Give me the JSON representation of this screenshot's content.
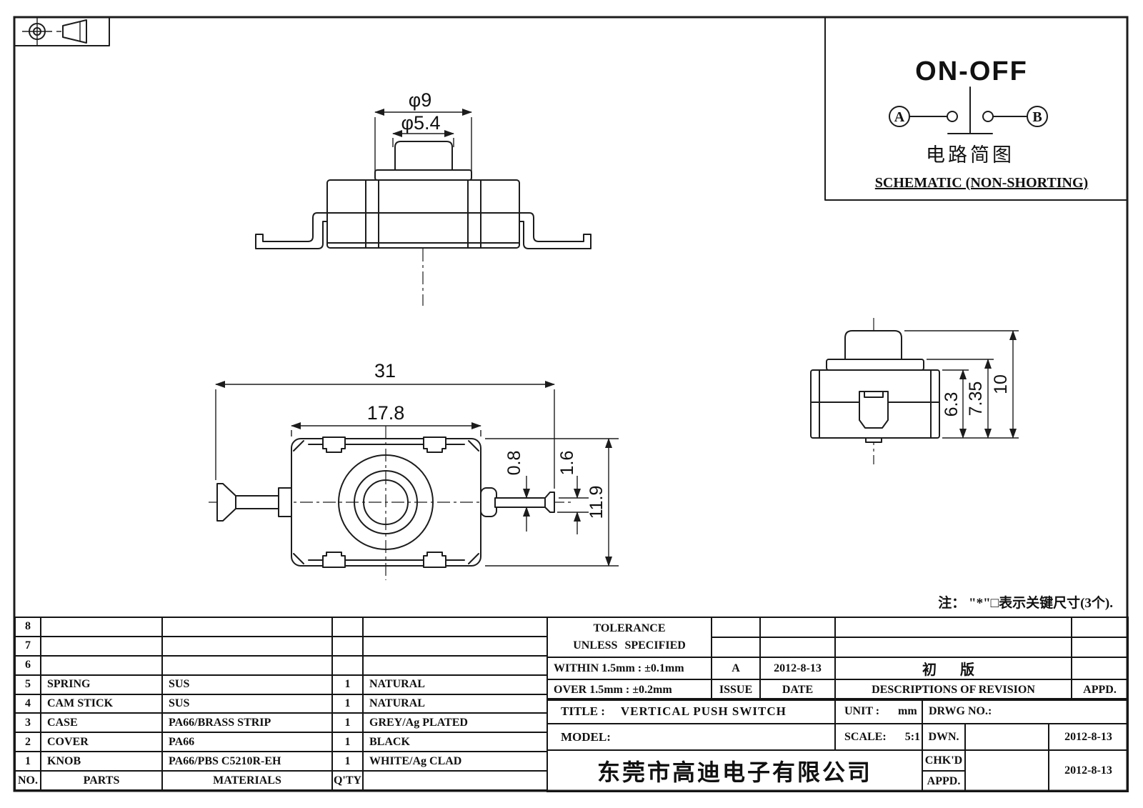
{
  "schematic": {
    "title": "ON-OFF",
    "terminal_a": "A",
    "terminal_b": "B",
    "caption_cn": "电路简图",
    "caption_en": "SCHEMATIC (NON-SHORTING)"
  },
  "note": "注： \"*\"□表示关键尺寸(3个).",
  "dims": {
    "front": {
      "d1": "φ9",
      "d2": "φ5.4"
    },
    "plan": {
      "overall": "31",
      "body": "17.8",
      "rod_half": "0.8",
      "rod": "1.6",
      "height": "11.9"
    },
    "side": {
      "body": "6.3",
      "collar": "7.35",
      "overall": "10"
    }
  },
  "parts_table": {
    "headers": {
      "no": "NO.",
      "parts": "PARTS",
      "materials": "MATERIALS",
      "qty": "Q'TY",
      "finish": ""
    },
    "rows": [
      {
        "no": "8",
        "part": "",
        "material": "",
        "qty": "",
        "finish": ""
      },
      {
        "no": "7",
        "part": "",
        "material": "",
        "qty": "",
        "finish": ""
      },
      {
        "no": "6",
        "part": "",
        "material": "",
        "qty": "",
        "finish": ""
      },
      {
        "no": "5",
        "part": "SPRING",
        "material": "SUS",
        "qty": "1",
        "finish": "NATURAL"
      },
      {
        "no": "4",
        "part": "CAM STICK",
        "material": "SUS",
        "qty": "1",
        "finish": "NATURAL"
      },
      {
        "no": "3",
        "part": "CASE",
        "material": "PA66/BRASS STRIP",
        "qty": "1",
        "finish": "GREY/Ag PLATED"
      },
      {
        "no": "2",
        "part": "COVER",
        "material": "PA66",
        "qty": "1",
        "finish": "BLACK"
      },
      {
        "no": "1",
        "part": "KNOB",
        "material": "PA66/PBS C5210R-EH",
        "qty": "1",
        "finish": "WHITE/Ag CLAD"
      }
    ]
  },
  "revision": {
    "tolerance_line1": "TOLERANCE",
    "tolerance_line2": "UNLESS SPECIFIED",
    "within": "WITHIN 1.5mm : ±0.1mm",
    "over": "OVER 1.5mm : ±0.2mm",
    "issue_value": "A",
    "date_value": "2012-8-13",
    "description_value": "初 版",
    "issue_label": "ISSUE",
    "date_label": "DATE",
    "desc_label": "DESCRIPTIONS OF REVISION",
    "appd_label": "APPD."
  },
  "title_block": {
    "title_label": "TITLE :",
    "title": "VERTICAL PUSH SWITCH",
    "unit_label": "UNIT :",
    "unit": "mm",
    "drwg_label": "DRWG NO.:",
    "model_label": "MODEL:",
    "scale_label": "SCALE:",
    "scale": "5:1",
    "dwn_label": "DWN.",
    "chkd_label": "CHK'D",
    "appd_label": "APPD.",
    "dwn_date": "2012-8-13",
    "chkd_date": "2012-8-13",
    "company": "东莞市高迪电子有限公司"
  }
}
